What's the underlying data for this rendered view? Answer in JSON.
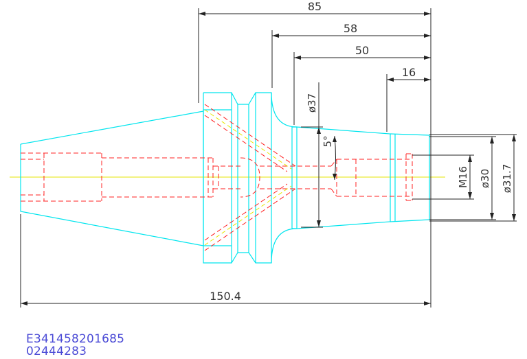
{
  "dimensions": {
    "overall_length": "150.4",
    "length_85": "85",
    "length_58": "58",
    "length_50": "50",
    "length_16": "16",
    "dia_37": "ø37",
    "dia_30": "ø30",
    "dia_31_7": "ø31.7",
    "thread": "M16",
    "taper_angle": "5°"
  },
  "codes": {
    "line1": "E341458201685",
    "line2": "02444283"
  },
  "colors": {
    "outline": "#00e5ee",
    "hidden": "#ff2020",
    "centerline": "#e6e600",
    "dimension": "#222222",
    "code_text": "#4b4bd6"
  }
}
